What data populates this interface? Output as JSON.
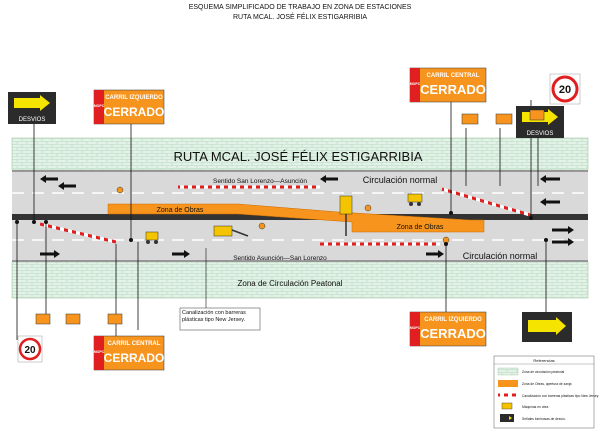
{
  "title_line1": "ESQUEMA SIMPLIFICADO DE TRABAJO EN ZONA DE ESTACIONES",
  "title_line2": "RUTA MCAL. JOSÉ FÉLIX ESTIGARRIBIA",
  "road_name": "RUTA MCAL. JOSÉ FÉLIX ESTIGARRIBIA",
  "lane_top_direction": "Sentido San Lorenzo—Asunción",
  "lane_top_status": "Circulación normal",
  "lane_bottom_direction": "Sentido Asunción—San Lorenzo",
  "lane_bottom_status": "Circulación normal",
  "work_zone_label": "Zona de Obras",
  "pedestrian_zone": "Zona de Circulación Peatonal",
  "desvios_label": "DESVIOS",
  "speed_limit": "20",
  "sign_left_lane_title": "CARRIL IZQUIERDO",
  "sign_central_lane_title": "CARRIL CENTRAL",
  "sign_closed": "CERRADO",
  "sign_side_text": "MOPC",
  "callout_note": "Canalización con barreras plásticas tipo New Jersey.",
  "legend": {
    "title": "Referencias",
    "items": [
      "Zona de circulación peatonal",
      "Zona de Obras, apertura de zanja",
      "Canalización con barreras plásticas tipo New Jersey.",
      "Máquinas en obra",
      "Señales luminosas de desvío."
    ]
  },
  "colors": {
    "road": "#d9d9d9",
    "work_zone": "#f7941d",
    "sign_orange": "#f7941d",
    "grass": "#d9eee0",
    "barrier_red": "#e02020"
  }
}
